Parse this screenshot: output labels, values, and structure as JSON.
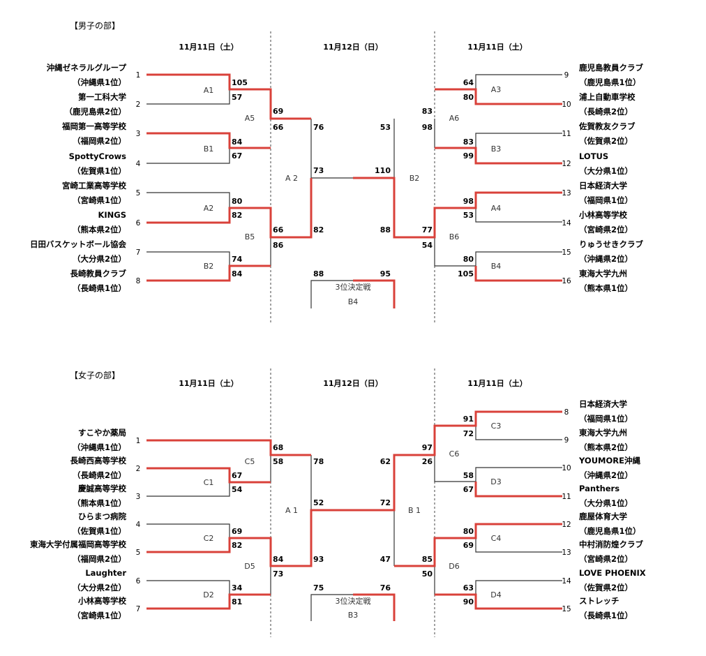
{
  "men": {
    "title": "【男子の部】",
    "dates": {
      "left": "11月11日（土）",
      "center": "11月12日（日）",
      "right": "11月11日（土）"
    },
    "teams_left": [
      {
        "seed": "1",
        "name": "沖縄ゼネラルグループ",
        "pref": "（沖縄県1位）"
      },
      {
        "seed": "2",
        "name": "第一工科大学",
        "pref": "（鹿児島県2位）"
      },
      {
        "seed": "3",
        "name": "福岡第一高等学校",
        "pref": "（福岡県2位）"
      },
      {
        "seed": "4",
        "name": "SpottyCrows",
        "pref": "（佐賀県1位）"
      },
      {
        "seed": "5",
        "name": "宮崎工業高等学校",
        "pref": "（宮崎県1位）"
      },
      {
        "seed": "6",
        "name": "KINGS",
        "pref": "（熊本県2位）"
      },
      {
        "seed": "7",
        "name": "日田バスケットボール協会",
        "pref": "（大分県2位）"
      },
      {
        "seed": "8",
        "name": "長崎教員クラブ",
        "pref": "（長崎県1位）"
      }
    ],
    "teams_right": [
      {
        "seed": "9",
        "name": "鹿児島教員クラブ",
        "pref": "（鹿児島県1位）"
      },
      {
        "seed": "10",
        "name": "浦上自動車学校",
        "pref": "（長崎県2位）"
      },
      {
        "seed": "11",
        "name": "佐賀教友クラブ",
        "pref": "（佐賀県2位）"
      },
      {
        "seed": "12",
        "name": "LOTUS",
        "pref": "（大分県1位）"
      },
      {
        "seed": "13",
        "name": "日本経済大学",
        "pref": "（福岡県1位）"
      },
      {
        "seed": "14",
        "name": "小林高等学校",
        "pref": "（宮崎県2位）"
      },
      {
        "seed": "15",
        "name": "りゅうせきクラブ",
        "pref": "（沖縄県2位）"
      },
      {
        "seed": "16",
        "name": "東海大学九州",
        "pref": "（熊本県1位）"
      }
    ],
    "games": [
      "A1",
      "B1",
      "A2",
      "B2",
      "A5",
      "B5",
      "A3",
      "B3",
      "A4",
      "B4",
      "A6",
      "B6",
      "A 2",
      "B2",
      "3位決定戦",
      "B4"
    ],
    "scores": [
      "105",
      "57",
      "84",
      "67",
      "80",
      "82",
      "74",
      "84",
      "69",
      "66",
      "66",
      "86",
      "76",
      "82",
      "73",
      "110",
      "64",
      "80",
      "83",
      "99",
      "98",
      "53",
      "80",
      "105",
      "83",
      "98",
      "77",
      "54",
      "53",
      "88",
      "88",
      "95"
    ]
  },
  "women": {
    "title": "【女子の部】",
    "dates": {
      "left": "11月11日（土）",
      "center": "11月12日（日）",
      "right": "11月11日（土）"
    },
    "teams_left": [
      {
        "seed": "1",
        "name": "すこやか薬局",
        "pref": "（沖縄県1位）"
      },
      {
        "seed": "2",
        "name": "長崎西高等学校",
        "pref": "（長崎県2位）"
      },
      {
        "seed": "3",
        "name": "慶誠高等学校",
        "pref": "（熊本県1位）"
      },
      {
        "seed": "4",
        "name": "ひらまつ病院",
        "pref": "（佐賀県1位）"
      },
      {
        "seed": "5",
        "name": "東海大学付属福岡高等学校",
        "pref": "（福岡県2位）"
      },
      {
        "seed": "6",
        "name": "Laughter",
        "pref": "（大分県2位）"
      },
      {
        "seed": "7",
        "name": "小林高等学校",
        "pref": "（宮崎県1位）"
      }
    ],
    "teams_right": [
      {
        "seed": "8",
        "name": "日本経済大学",
        "pref": "（福岡県1位）"
      },
      {
        "seed": "9",
        "name": "東海大学九州",
        "pref": "（熊本県2位）"
      },
      {
        "seed": "10",
        "name": "YOUMORE沖縄",
        "pref": "（沖縄県2位）"
      },
      {
        "seed": "11",
        "name": "Panthers",
        "pref": "（大分県1位）"
      },
      {
        "seed": "12",
        "name": "鹿屋体育大学",
        "pref": "（鹿児島県1位）"
      },
      {
        "seed": "13",
        "name": "中村消防煌クラブ",
        "pref": "（宮崎県2位）"
      },
      {
        "seed": "14",
        "name": "LOVE PHOENIX",
        "pref": "（佐賀県2位）"
      },
      {
        "seed": "15",
        "name": "ストレッチ",
        "pref": "（長崎県1位）"
      }
    ],
    "games": [
      "C1",
      "C2",
      "D2",
      "C5",
      "D5",
      "A 1",
      "C3",
      "D3",
      "C4",
      "D4",
      "C6",
      "D6",
      "B 1",
      "3位決定戦",
      "B3"
    ],
    "scores": [
      "67",
      "54",
      "69",
      "82",
      "34",
      "81",
      "68",
      "58",
      "84",
      "73",
      "78",
      "93",
      "52",
      "91",
      "72",
      "58",
      "67",
      "80",
      "69",
      "63",
      "90",
      "97",
      "26",
      "85",
      "50",
      "62",
      "47",
      "72",
      "75",
      "76"
    ]
  },
  "colors": {
    "win": "#d9413a",
    "line": "#333333",
    "divider": "#444444"
  }
}
